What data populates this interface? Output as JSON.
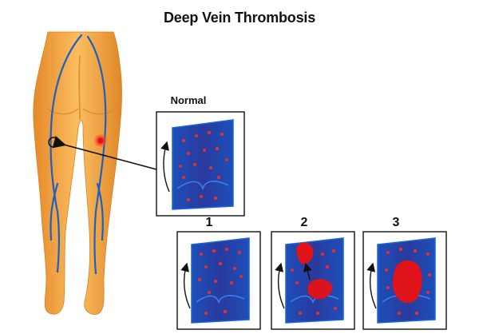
{
  "title": "Deep Vein Thrombosis",
  "panels": [
    {
      "id": "normal",
      "label": "Normal"
    },
    {
      "id": "stage-1",
      "label": "1"
    },
    {
      "id": "stage-2",
      "label": "2"
    },
    {
      "id": "stage-3",
      "label": "3"
    }
  ],
  "colors": {
    "skin": "#f4a743",
    "vein": "#1f5fc0",
    "clot": "#e0121a",
    "blood_cells": "#d8323c",
    "vessel_inner": "#2a3a9e"
  }
}
